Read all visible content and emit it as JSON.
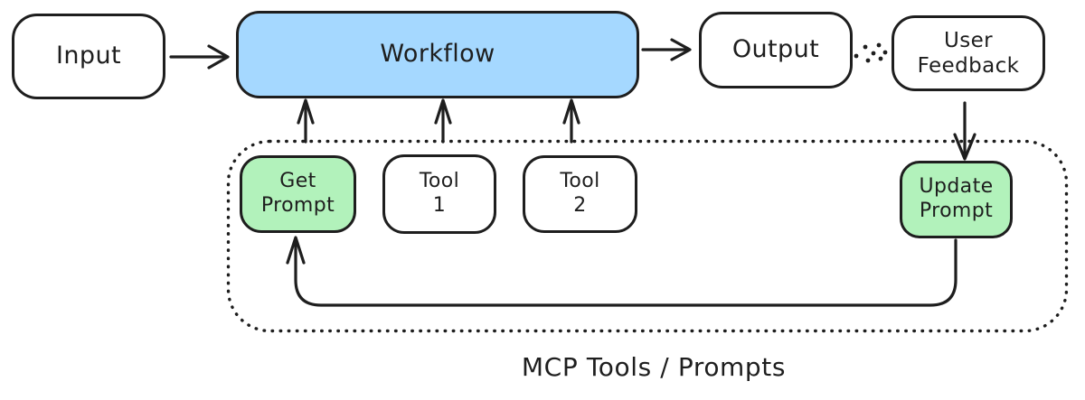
{
  "diagram": {
    "container_label": "MCP Tools / Prompts",
    "colors": {
      "stroke": "#1e1e1e",
      "node_blue": "#a5d8ff",
      "node_green": "#b2f2bb",
      "node_white": "#ffffff",
      "background": "#ffffff"
    },
    "nodes": {
      "input": {
        "label": "Input"
      },
      "workflow": {
        "label": "Workflow"
      },
      "output": {
        "label": "Output"
      },
      "user_feedback": {
        "line1": "User",
        "line2": "Feedback"
      },
      "get_prompt": {
        "line1": "Get",
        "line2": "Prompt"
      },
      "tool_1": {
        "line1": "Tool",
        "line2": "1"
      },
      "tool_2": {
        "line1": "Tool",
        "line2": "2"
      },
      "update_prompt": {
        "line1": "Update",
        "line2": "Prompt"
      }
    },
    "edges": [
      {
        "from": "input",
        "to": "workflow",
        "style": "solid-arrow"
      },
      {
        "from": "workflow",
        "to": "output",
        "style": "solid-arrow"
      },
      {
        "from": "output",
        "to": "user_feedback",
        "style": "dotted-arrow"
      },
      {
        "from": "user_feedback",
        "to": "update_prompt",
        "style": "solid-arrow"
      },
      {
        "from": "get_prompt",
        "to": "workflow",
        "style": "solid-arrow"
      },
      {
        "from": "tool_1",
        "to": "workflow",
        "style": "solid-arrow"
      },
      {
        "from": "tool_2",
        "to": "workflow",
        "style": "solid-arrow"
      },
      {
        "from": "update_prompt",
        "to": "get_prompt",
        "style": "solid-arrow-loop"
      }
    ]
  }
}
